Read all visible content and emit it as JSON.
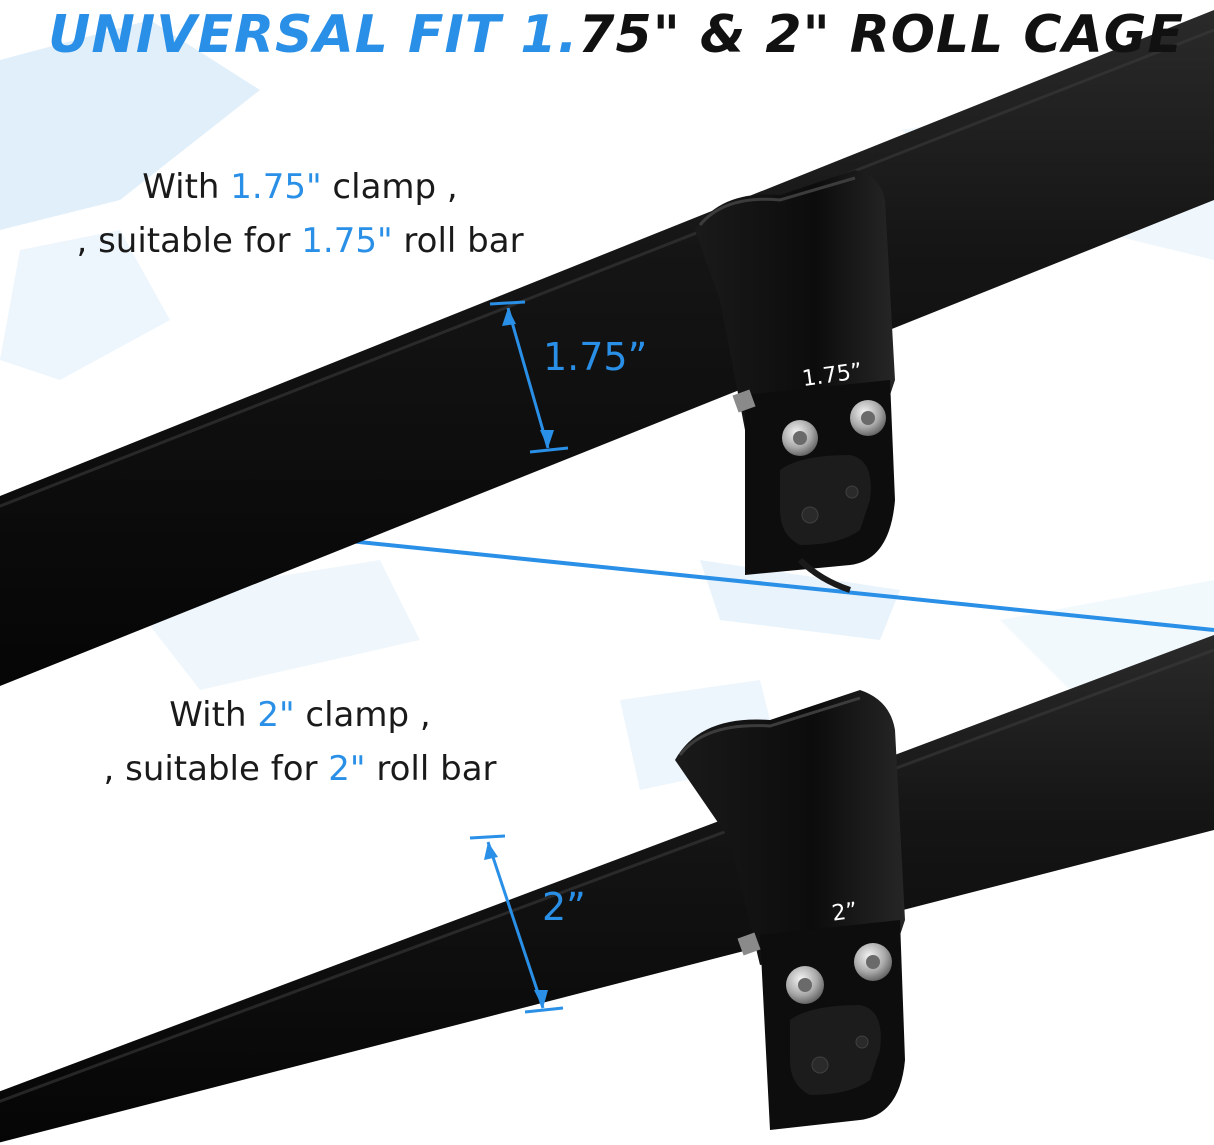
{
  "title": {
    "part_blue": "UNIVERSAL FIT 1.",
    "part_dark": "75\" & 2\" ROLL CAGE"
  },
  "top_section": {
    "line1_prefix": "With ",
    "line1_highlight": "1.75\"",
    "line1_suffix": " clamp ,",
    "line2_prefix": ", suitable for ",
    "line2_highlight": "1.75\"",
    "line2_suffix": " roll bar",
    "dimension_label": "1.75”",
    "clamp_label": "1.75”"
  },
  "bottom_section": {
    "line1_prefix": "With ",
    "line1_highlight": "2\"",
    "line1_suffix": " clamp ,",
    "line2_prefix": ", suitable for ",
    "line2_highlight": "2\"",
    "line2_suffix": " roll bar",
    "dimension_label": "2”",
    "clamp_label": "2”"
  },
  "colors": {
    "accent": "#2a8fe6",
    "bar": "#141414",
    "background_texture": "#d3e8f8"
  }
}
